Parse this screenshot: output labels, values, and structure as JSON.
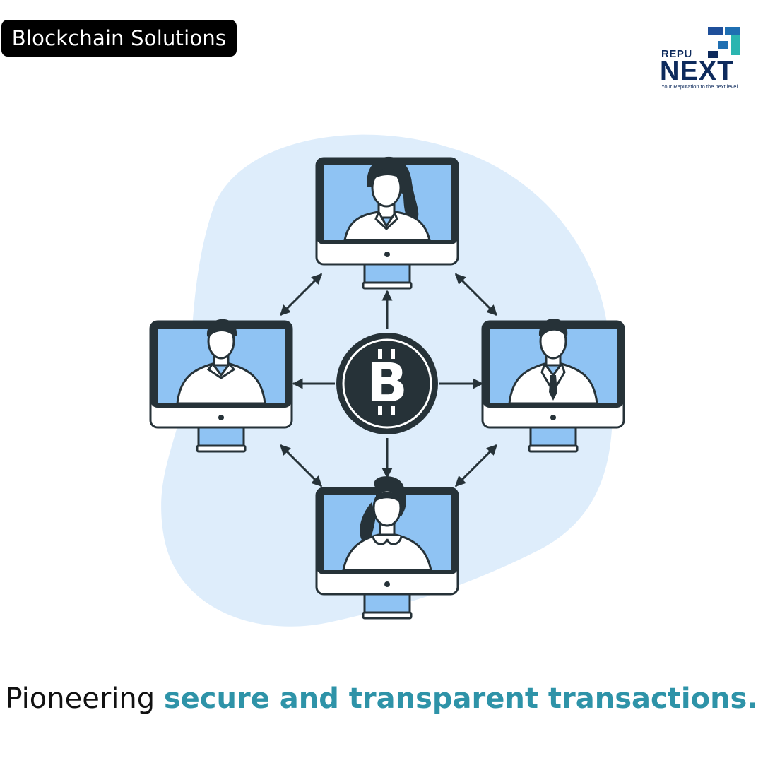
{
  "header": {
    "tag_label": "Blockchain Solutions"
  },
  "logo": {
    "repu": "REPU",
    "next": "NEXT",
    "tagline": "Your Reputation to the next level",
    "colors": {
      "navy": "#0d2a5c",
      "blue": "#1f6fb2",
      "teal": "#2bb5b0"
    }
  },
  "illustration": {
    "center_icon": "bitcoin-icon",
    "nodes": [
      "computer-woman-top",
      "computer-man-left",
      "computer-man-suit-right",
      "computer-woman-bottom"
    ],
    "colors": {
      "blob": "#deedfb",
      "screen": "#8fc3f3",
      "dark": "#263238"
    }
  },
  "caption": {
    "lead": "Pioneering ",
    "highlight": "secure and transparent transactions.",
    "highlight_color": "#2e93a8"
  }
}
